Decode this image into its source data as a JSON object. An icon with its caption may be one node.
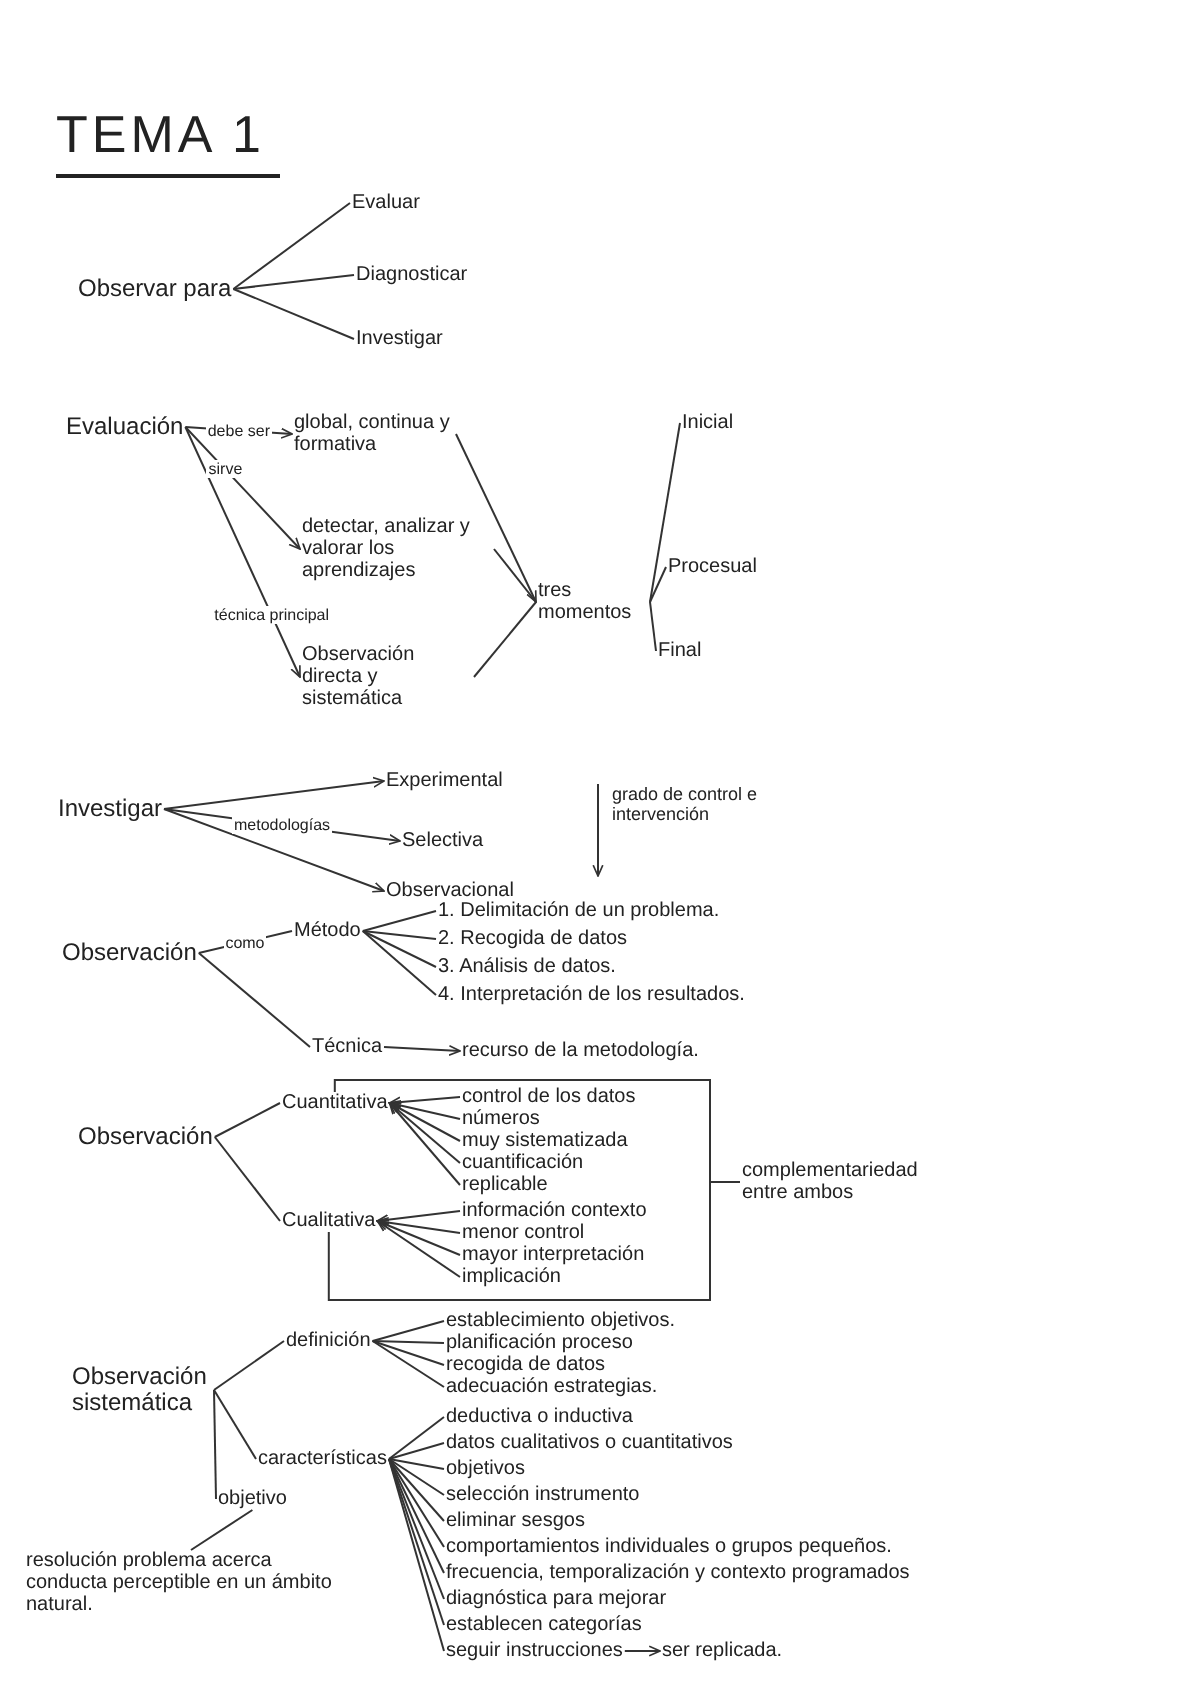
{
  "diagram": {
    "title": "TEMA 1",
    "nodes": [
      {
        "text": [
          "Observar para"
        ]
      },
      {
        "text": [
          "Evaluar"
        ]
      },
      {
        "text": [
          "Diagnosticar"
        ]
      },
      {
        "text": [
          "Investigar"
        ]
      },
      {
        "text": [
          "Evaluación"
        ]
      },
      {
        "text": [
          "global, continua y formativa"
        ]
      },
      {
        "text": [
          "detectar, analizar y valorar los aprendizajes"
        ]
      },
      {
        "text": [
          "Observación directa y sistemática"
        ]
      },
      {
        "text": [
          "tres momentos"
        ]
      },
      {
        "text": [
          "Inicial"
        ]
      },
      {
        "text": [
          "Procesual"
        ]
      },
      {
        "text": [
          "Final"
        ]
      },
      {
        "text": [
          "Investigar"
        ]
      },
      {
        "text": [
          "Experimental"
        ]
      },
      {
        "text": [
          "Selectiva"
        ]
      },
      {
        "text": [
          "Observacional"
        ]
      },
      {
        "text": [
          "Observación"
        ]
      },
      {
        "text": [
          "Método"
        ]
      },
      {
        "text": [
          "Técnica"
        ]
      },
      {
        "text": [
          "1. Delimitación de un problema."
        ]
      },
      {
        "text": [
          "2. Recogida de datos"
        ]
      },
      {
        "text": [
          "3. Análisis de datos."
        ]
      },
      {
        "text": [
          "4. Interpretación de los resultados."
        ]
      },
      {
        "text": [
          "recurso de la metodología."
        ]
      },
      {
        "text": [
          "Observación"
        ]
      },
      {
        "text": [
          "Cuantitativa"
        ]
      },
      {
        "text": [
          "Cualitativa"
        ]
      },
      {
        "text": [
          "control de los datos"
        ]
      },
      {
        "text": [
          "números"
        ]
      },
      {
        "text": [
          "muy sistematizada"
        ]
      },
      {
        "text": [
          "cuantificación"
        ]
      },
      {
        "text": [
          "replicable"
        ]
      },
      {
        "text": [
          "información contexto"
        ]
      },
      {
        "text": [
          "menor control"
        ]
      },
      {
        "text": [
          "mayor interpretación"
        ]
      },
      {
        "text": [
          "implicación"
        ]
      },
      {
        "text": [
          "complementariedad entre ambos"
        ]
      },
      {
        "text": [
          "Observación sistemática"
        ]
      },
      {
        "text": [
          "definición"
        ]
      },
      {
        "text": [
          "características"
        ]
      },
      {
        "text": [
          "objetivo"
        ]
      },
      {
        "text": [
          "establecimiento objetivos."
        ]
      },
      {
        "text": [
          "planificación proceso"
        ]
      },
      {
        "text": [
          "recogida de datos"
        ]
      },
      {
        "text": [
          "adecuación estrategias."
        ]
      },
      {
        "text": [
          "deductiva o inductiva"
        ]
      },
      {
        "text": [
          "datos cualitativos o cuantitativos"
        ]
      },
      {
        "text": [
          "objetivos"
        ]
      },
      {
        "text": [
          "selección instrumento"
        ]
      },
      {
        "text": [
          "eliminar sesgos"
        ]
      },
      {
        "text": [
          "comportamientos individuales o grupos pequeños."
        ]
      },
      {
        "text": [
          "frecuencia, temporalización y contexto programados"
        ]
      },
      {
        "text": [
          "diagnóstica para mejorar"
        ]
      },
      {
        "text": [
          "establecen categorías"
        ]
      },
      {
        "text": [
          "seguir instrucciones"
        ]
      },
      {
        "text": [
          "ser replicada."
        ]
      },
      {
        "text": [
          "resolución problema acerca conducta perceptible en un ámbito natural."
        ]
      }
    ],
    "edges": [
      {
        "from": 0,
        "to": 1,
        "arrow": "none"
      },
      {
        "from": 0,
        "to": 2,
        "arrow": "none"
      },
      {
        "from": 0,
        "to": 3,
        "arrow": "none"
      },
      {
        "from": 4,
        "to": 5,
        "arrow": "to",
        "label": "debe ser"
      },
      {
        "from": 4,
        "to": 6,
        "arrow": "to",
        "label": "sirve"
      },
      {
        "from": 4,
        "to": 7,
        "arrow": "to",
        "label": "técnica principal"
      },
      {
        "from": 5,
        "to": 8,
        "arrow": "to"
      },
      {
        "from": 6,
        "to": 8,
        "arrow": "none"
      },
      {
        "from": 7,
        "to": 8,
        "arrow": "none"
      },
      {
        "from": 8,
        "to": 9,
        "arrow": "none"
      },
      {
        "from": 8,
        "to": 10,
        "arrow": "none"
      },
      {
        "from": 8,
        "to": 11,
        "arrow": "none"
      },
      {
        "from": 12,
        "to": 13,
        "arrow": "to"
      },
      {
        "from": 12,
        "to": 14,
        "arrow": "to",
        "label": "metodologías"
      },
      {
        "from": 12,
        "to": 15,
        "arrow": "to"
      },
      {
        "from": 16,
        "to": 17,
        "arrow": "none",
        "label": "como"
      },
      {
        "from": 16,
        "to": 18,
        "arrow": "none"
      },
      {
        "from": 17,
        "to": 19,
        "arrow": "none"
      },
      {
        "from": 17,
        "to": 20,
        "arrow": "none"
      },
      {
        "from": 17,
        "to": 21,
        "arrow": "none"
      },
      {
        "from": 17,
        "to": 22,
        "arrow": "none"
      },
      {
        "from": 18,
        "to": 23,
        "arrow": "to"
      },
      {
        "from": 24,
        "to": 25,
        "arrow": "none"
      },
      {
        "from": 24,
        "to": 26,
        "arrow": "none"
      },
      {
        "from": 27,
        "to": 25,
        "arrow": "to"
      },
      {
        "from": 28,
        "to": 25,
        "arrow": "to"
      },
      {
        "from": 29,
        "to": 25,
        "arrow": "to"
      },
      {
        "from": 30,
        "to": 25,
        "arrow": "to"
      },
      {
        "from": 31,
        "to": 25,
        "arrow": "to"
      },
      {
        "from": 32,
        "to": 26,
        "arrow": "to"
      },
      {
        "from": 33,
        "to": 26,
        "arrow": "to"
      },
      {
        "from": 34,
        "to": 26,
        "arrow": "to"
      },
      {
        "from": 35,
        "to": 26,
        "arrow": "to"
      },
      {
        "from": 25,
        "to": 36,
        "arrow": "none"
      },
      {
        "from": 26,
        "to": 36,
        "arrow": "none"
      },
      {
        "from": 37,
        "to": 38,
        "arrow": "none"
      },
      {
        "from": 37,
        "to": 39,
        "arrow": "none"
      },
      {
        "from": 37,
        "to": 40,
        "arrow": "none"
      },
      {
        "from": 38,
        "to": 41,
        "arrow": "none"
      },
      {
        "from": 38,
        "to": 42,
        "arrow": "none"
      },
      {
        "from": 38,
        "to": 43,
        "arrow": "none"
      },
      {
        "from": 38,
        "to": 44,
        "arrow": "none"
      },
      {
        "from": 39,
        "to": 45,
        "arrow": "none"
      },
      {
        "from": 39,
        "to": 46,
        "arrow": "none"
      },
      {
        "from": 39,
        "to": 47,
        "arrow": "none"
      },
      {
        "from": 39,
        "to": 48,
        "arrow": "none"
      },
      {
        "from": 39,
        "to": 49,
        "arrow": "none"
      },
      {
        "from": 39,
        "to": 50,
        "arrow": "none"
      },
      {
        "from": 39,
        "to": 51,
        "arrow": "none"
      },
      {
        "from": 39,
        "to": 52,
        "arrow": "none"
      },
      {
        "from": 39,
        "to": 53,
        "arrow": "none"
      },
      {
        "from": 39,
        "to": 54,
        "arrow": "none"
      },
      {
        "from": 54,
        "to": 55,
        "arrow": "to"
      },
      {
        "from": 40,
        "to": 56,
        "arrow": "none"
      }
    ],
    "labels": [
      "grado de control e intervención"
    ]
  }
}
